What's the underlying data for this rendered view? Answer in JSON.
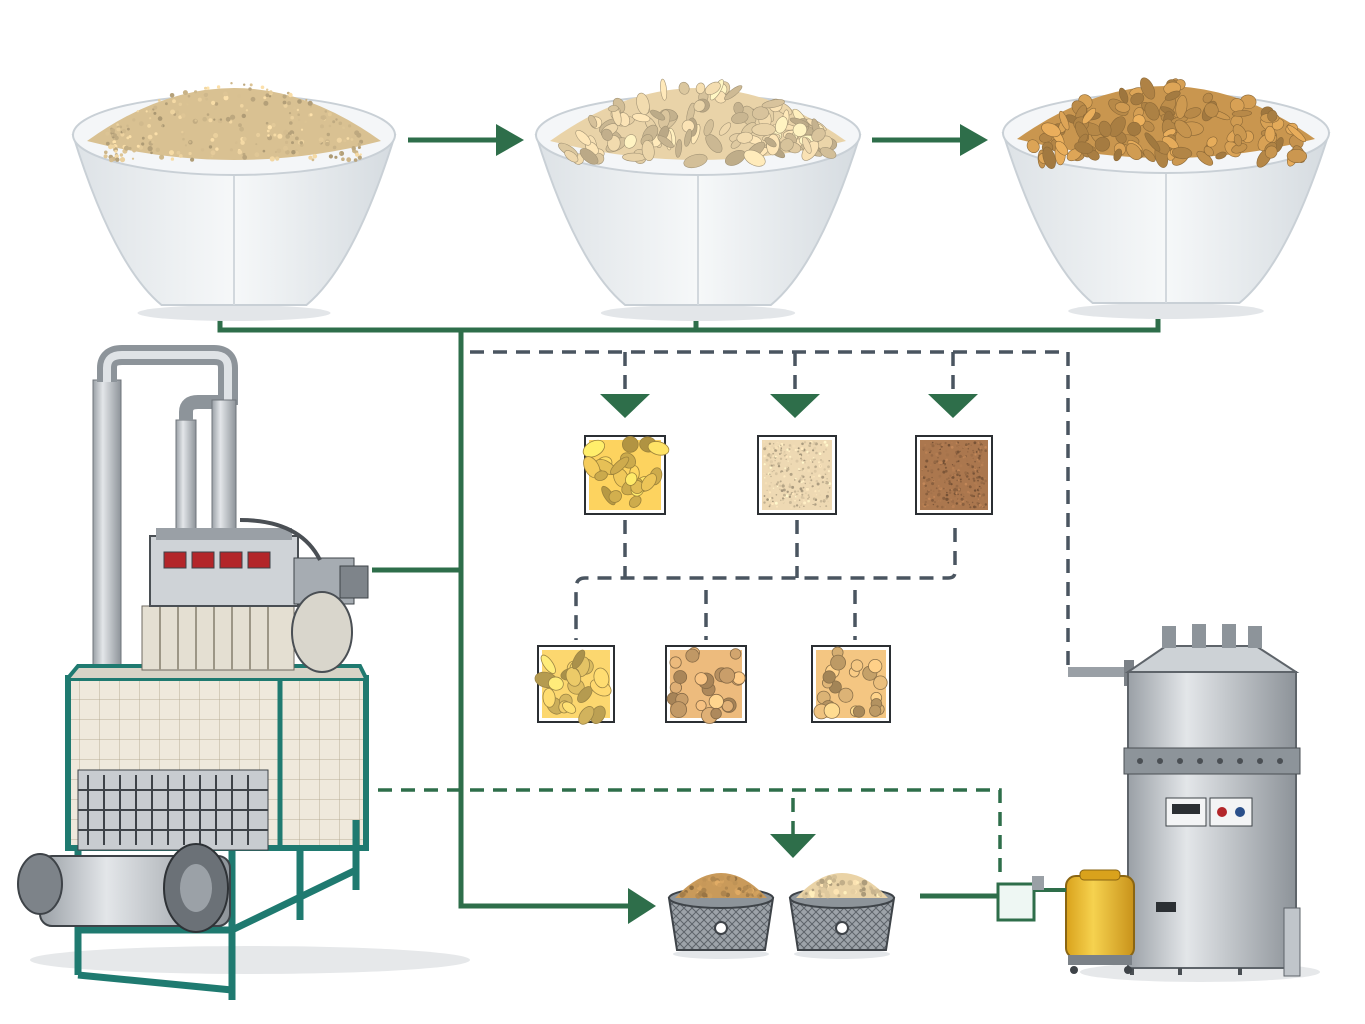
{
  "diagram": {
    "palette": {
      "flow_green": "#2e6e4a",
      "dashed_gray": "#4a5560",
      "bowl_white": "#eef1f3",
      "bowl_shadow": "#c9d0d6",
      "fine_grain": "#d9c192",
      "flakes": "#e7cfa3",
      "roasted_flakes": "#c99a5a",
      "frame_teal": "#1f7a70",
      "tank_steel": "#b9bec4",
      "tank_tank_yellow": "#f2c23a",
      "indicator_red": "#b3262a"
    },
    "stages": [
      {
        "name": "fine-grain-bowl",
        "icon": "bowl-of-fine-grain-icon",
        "fill": "#d9c192"
      },
      {
        "name": "flakes-bowl",
        "icon": "bowl-of-flakes-icon",
        "fill": "#e9d3a8"
      },
      {
        "name": "roasted-flakes-bowl",
        "icon": "bowl-of-roasted-flakes-icon",
        "fill": "#c9964f"
      }
    ],
    "samples_row1": [
      {
        "name": "yellow-chunks-sample",
        "fill": "#f1c95a"
      },
      {
        "name": "fine-beige-powder-sample",
        "fill": "#e3cfaa"
      },
      {
        "name": "brown-powder-sample",
        "fill": "#a3714a"
      }
    ],
    "samples_row2": [
      {
        "name": "yellow-pieces-sample",
        "fill": "#f0cd6a"
      },
      {
        "name": "round-nuggets-sample",
        "fill": "#e2b277"
      },
      {
        "name": "mixed-nuggets-sample",
        "fill": "#e8bd7c"
      }
    ],
    "outputs": [
      {
        "name": "coarse-output-basket",
        "fill": "#c99a5a"
      },
      {
        "name": "fine-output-basket",
        "fill": "#ead3a6"
      }
    ]
  }
}
